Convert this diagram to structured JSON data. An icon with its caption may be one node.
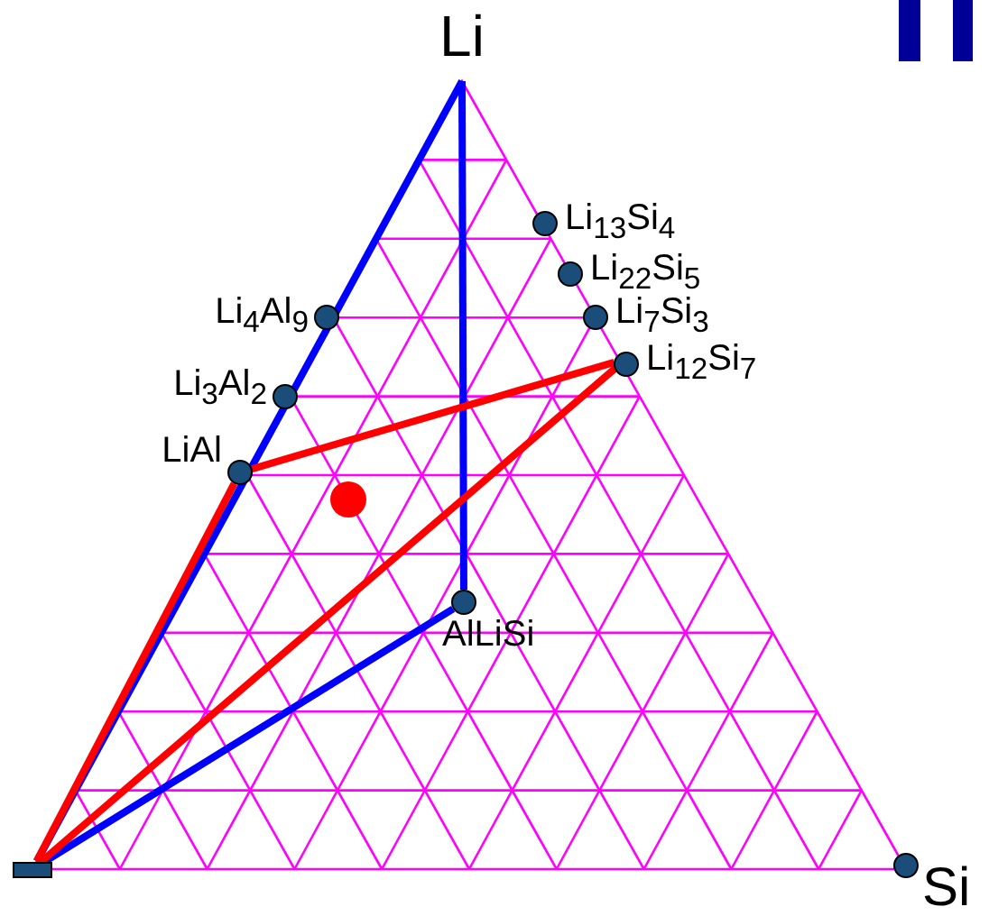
{
  "diagram": {
    "nodes": [
      {
        "text": [
          "Li"
        ]
      },
      {
        "text": [
          "Li$_{13}$Si$_{4}$"
        ]
      },
      {
        "text": [
          "Li$_{22}$Si$_{5}$"
        ]
      },
      {
        "text": [
          "Li$_{4}$Al$_{9}$"
        ]
      },
      {
        "text": [
          "Li$_{7}$Si$_{3}$"
        ]
      },
      {
        "text": [
          "Li$_{12}$Si$_{7}$"
        ]
      },
      {
        "text": [
          "Li$_{3}$Al$_{2}$"
        ]
      },
      {
        "text": [
          "LiAl"
        ]
      },
      {
        "text": [
          "AlLiSi"
        ]
      },
      {
        "text": [],
        "shape": "box"
      },
      {
        "text": [
          "Si"
        ]
      }
    ],
    "edges": [
      {
        "from": 9,
        "to": 0,
        "arrow": "none",
        "color": "#0000ff"
      },
      {
        "from": 0,
        "to": 8,
        "arrow": "none",
        "color": "#0000ff"
      },
      {
        "from": 8,
        "to": 9,
        "arrow": "none",
        "color": "#0000ff"
      },
      {
        "from": 9,
        "to": 7,
        "arrow": "none",
        "color": "#ff0000"
      },
      {
        "from": 7,
        "to": 5,
        "arrow": "none",
        "color": "#ff0000"
      },
      {
        "from": 5,
        "to": 9,
        "arrow": "none",
        "color": "#ff0000"
      }
    ]
  }
}
